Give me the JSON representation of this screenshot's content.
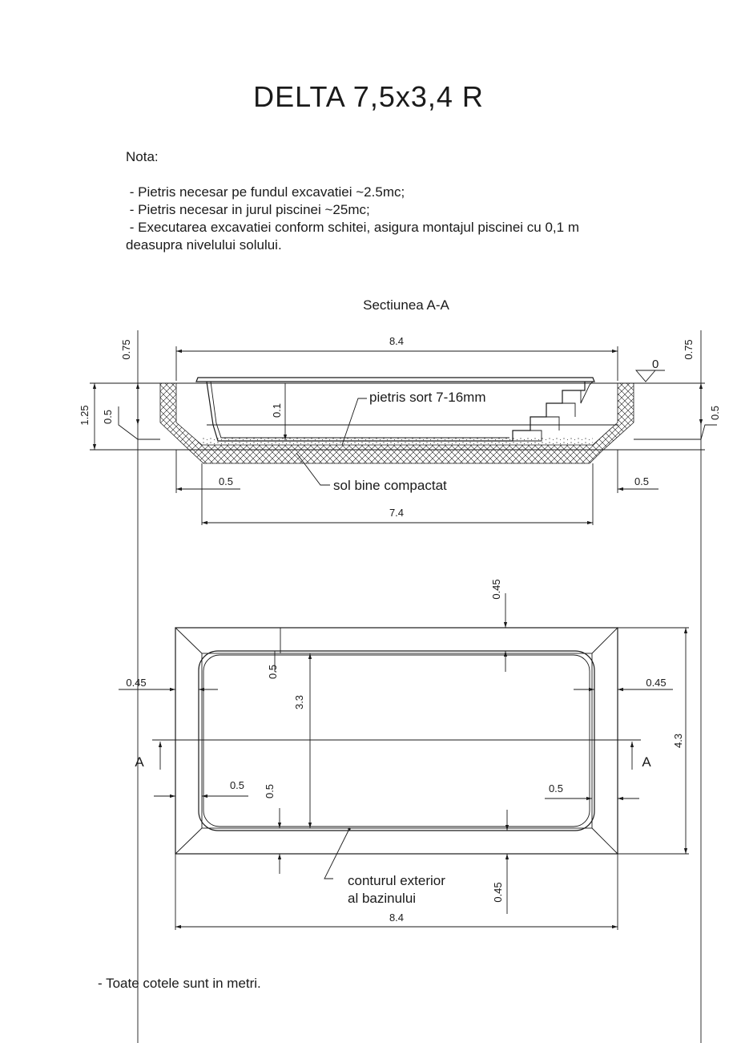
{
  "title": "DELTA 7,5x3,4 R",
  "nota": {
    "heading": "Nota:",
    "lines": [
      " - Pietris necesar pe fundul excavatiei ~2.5mc;",
      " - Pietris necesar in jurul piscinei ~25mc;",
      " - Executarea excavatiei conform schitei, asigura montajul piscinei cu 0,1 m",
      "deasupra nivelului solului."
    ]
  },
  "section": {
    "title": "Sectiunea A-A",
    "dim_top_width": "8.4",
    "dim_bottom_width": "7.4",
    "dim_left_height_above": "0.75",
    "dim_right_height_above": "0.75",
    "dim_depth": "1.25",
    "dim_left_offset": "0.5",
    "dim_right_offset": "0.5",
    "dim_gravel": "0.1",
    "dim_bottom_left_step": "0.5",
    "dim_bottom_right_step": "0.5",
    "level_marker": "0",
    "label_gravel": "pietris sort 7-16mm",
    "label_soil": "sol bine compactat"
  },
  "plan": {
    "dim_top_gap": "0.45",
    "dim_bottom_gap": "0.45",
    "dim_left_gap": "0.45",
    "dim_right_gap": "0.45",
    "dim_inner_top": "0.5",
    "dim_inner_bottom": "0.5",
    "dim_inner_left": "0.5",
    "dim_inner_right": "0.5",
    "dim_inner_height": "3.3",
    "dim_outer_height": "4.3",
    "dim_outer_width": "8.4",
    "section_marker_left": "A",
    "section_marker_right": "A",
    "label_contour_line1": "conturul exterior",
    "label_contour_line2": "al bazinului"
  },
  "footer_note": "- Toate cotele sunt in metri."
}
